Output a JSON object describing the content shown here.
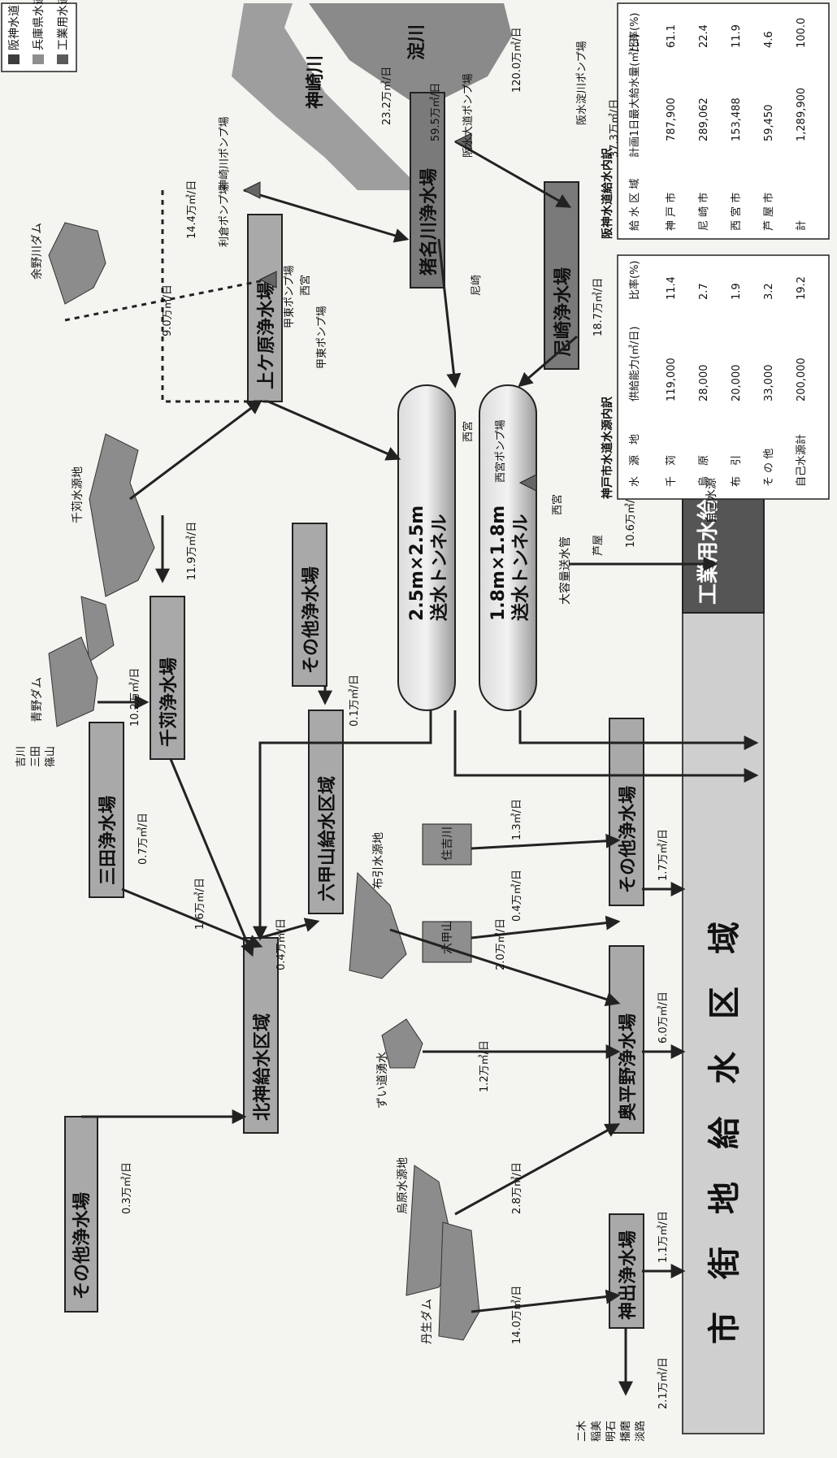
{
  "colors": {
    "hanshin": "#3d3d3d",
    "hyogo": "#8e8e8e",
    "industrial": "#5a5a5a",
    "box": "#a9a9a9",
    "reservoir": "#8c8c8c",
    "district_band": "#cfcfcf",
    "river": "#9e9e9e"
  },
  "legend": {
    "hanshin": "阪神水道",
    "hyogo": "兵庫県水道",
    "industrial": "工業用水道"
  },
  "plants": {
    "sonota_kita": "その他浄水場",
    "sanda": "三田浄水場",
    "sengari": "千苅浄水場",
    "uegahara": "上ケ原浄水場",
    "inagawa": "猪名川浄水場",
    "amagasaki": "尼崎浄水場",
    "sonota_roko": "その他浄水場",
    "okuhirano": "奥平野浄水場",
    "sonota_city": "その他浄水場",
    "kamide": "神出浄水場"
  },
  "zones": {
    "hokushin": "北神給水区域",
    "rokko": "六甲山給水区域",
    "city": "市　街　地　給　水　区　域",
    "industrial": "工業用水給水区域"
  },
  "tunnels": {
    "t1_size": "2.5m×2.5m",
    "t1_name": "送水トンネル",
    "t2_size": "1.8m×1.8m",
    "t2_name": "送水トンネル",
    "large_pipe": "大容量送水管"
  },
  "sources": {
    "aono": "青野ダム",
    "sengari_src": "千苅水源地",
    "yono": "余野川ダム",
    "nunobiki": "布引水源地",
    "karasuhara": "烏原水源地",
    "suido": "ずい道湧水",
    "tsurugi": "丹生ダム",
    "rokko_src": "六甲山",
    "sumiyoshi": "住吉川",
    "kanzaki": "神崎川",
    "yodo": "淀川"
  },
  "stations": {
    "kotoen": "甲東ポンプ場",
    "kotoen2": "甲東ポンプ場",
    "rikura": "利倉ポンプ場",
    "kanzakigawa": "神崎川ポンプ場",
    "hanshin_odo": "阪水大道ポンプ場",
    "hanshin_yodo": "阪水淀川ポンプ場",
    "nishinomiya": "西宮ポンプ場"
  },
  "places": {
    "nishinomiya1": "西宮",
    "nishinomiya2": "西宮",
    "nishinomiya3": "西宮",
    "amagasaki_p": "尼崎",
    "ashiya": "芦屋",
    "sanda_areas": [
      "吉川",
      "三田",
      "篠山"
    ],
    "kamide_areas": [
      "二木",
      "稲美",
      "明石",
      "播磨",
      "淡路"
    ]
  },
  "flows": {
    "f_aono": "10.2万㎥/日",
    "f_sanda_hokushin": "0.7万㎥/日",
    "f_sengari_hokushin": "1.6万㎥/日",
    "f_sonota_hokushin": "0.3万㎥/日",
    "f_sengari": "11.9万㎥/日",
    "f_yono": "9.0万㎥/日",
    "f_rokko_zone": "0.1万㎥/日",
    "f_hokushin_rokko": "0.4万㎥/日",
    "f_kanzaki": "14.4万㎥/日",
    "f_inagawa1": "23.2万㎥/日",
    "f_inagawa2": "59.5万㎥/日",
    "f_yodo": "120.0万㎥/日",
    "f_yodo2": "37.3万㎥/日",
    "f_amagasaki": "18.7万㎥/日",
    "f_industrial": "10.6万㎥/日",
    "f_rokko_src": "0.4万㎥/日",
    "f_sumiyoshi": "1.3㎥/日",
    "f_sonota_city": "1.7万㎥/日",
    "f_nunobiki": "2.0万㎥/日",
    "f_suido": "1.2万㎥/日",
    "f_okuhirano": "6.0万㎥/日",
    "f_karasu": "2.8万㎥/日",
    "f_kamide_city": "1.1万㎥/日",
    "f_tsurugi": "14.0万㎥/日",
    "f_kamide_out": "2.1万㎥/日"
  },
  "table_kobe": {
    "title": "神戸市水道水源内訳",
    "headers": [
      "水　源　地",
      "供給能力(㎥/日)",
      "比率(%)"
    ],
    "group": "自己水源",
    "rows": [
      [
        "千　苅",
        "119,000",
        "11.4"
      ],
      [
        "烏　原",
        "28,000",
        "2.7"
      ],
      [
        "布　引",
        "20,000",
        "1.9"
      ],
      [
        "そ の 他",
        "33,000",
        "3.2"
      ],
      [
        "自己水源計",
        "200,000",
        "19.2"
      ]
    ]
  },
  "table_hanshin": {
    "title": "阪神水道給水内訳",
    "headers": [
      "給 水 区 域",
      "計画1日最大給水量(㎥/日)",
      "比率(%)"
    ],
    "rows": [
      [
        "神 戸 市",
        "787,900",
        "61.1"
      ],
      [
        "尼 崎 市",
        "289,062",
        "22.4"
      ],
      [
        "西 宮 市",
        "153,488",
        "11.9"
      ],
      [
        "芦 屋 市",
        "59,450",
        "4.6"
      ],
      [
        "計",
        "1,289,900",
        "100.0"
      ]
    ]
  }
}
